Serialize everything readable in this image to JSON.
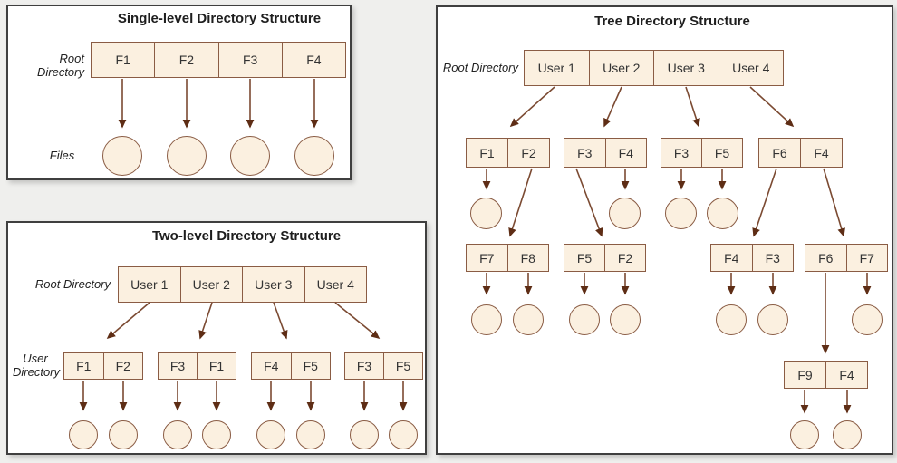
{
  "colors": {
    "page_bg": "#efefed",
    "panel_bg": "#ffffff",
    "panel_border": "#3f3f3f",
    "box_fill": "#fbf0e0",
    "box_border": "#8a5c44",
    "arrow": "#7b4a32",
    "arrow_head": "#5e2d15",
    "cell_text": "#333333",
    "title_text": "#1e1e1e",
    "label_text": "#222222"
  },
  "single": {
    "title": "Single-level Directory Structure",
    "root_label": "Root Directory",
    "files_label": "Files",
    "cells": [
      "F1",
      "F2",
      "F3",
      "F4"
    ]
  },
  "two_level": {
    "title": "Two-level Directory Structure",
    "root_label": "Root Directory",
    "user_label_line1": "User",
    "user_label_line2": "Directory",
    "cells": [
      "User 1",
      "User 2",
      "User 3",
      "User 4"
    ],
    "pairs": [
      [
        "F1",
        "F2"
      ],
      [
        "F3",
        "F1"
      ],
      [
        "F4",
        "F5"
      ],
      [
        "F3",
        "F5"
      ]
    ]
  },
  "tree": {
    "title": "Tree Directory Structure",
    "root_label": "Root Directory",
    "cells": [
      "User 1",
      "User 2",
      "User 3",
      "User 4"
    ],
    "l2": [
      [
        "F1",
        "F2"
      ],
      [
        "F3",
        "F4"
      ],
      [
        "F3",
        "F5"
      ],
      [
        "F6",
        "F4"
      ]
    ],
    "l3": [
      [
        "F7",
        "F8"
      ],
      [
        "F5",
        "F2"
      ],
      [
        "F4",
        "F3"
      ],
      [
        "F6",
        "F7"
      ]
    ],
    "l4": [
      "F9",
      "F4"
    ]
  }
}
